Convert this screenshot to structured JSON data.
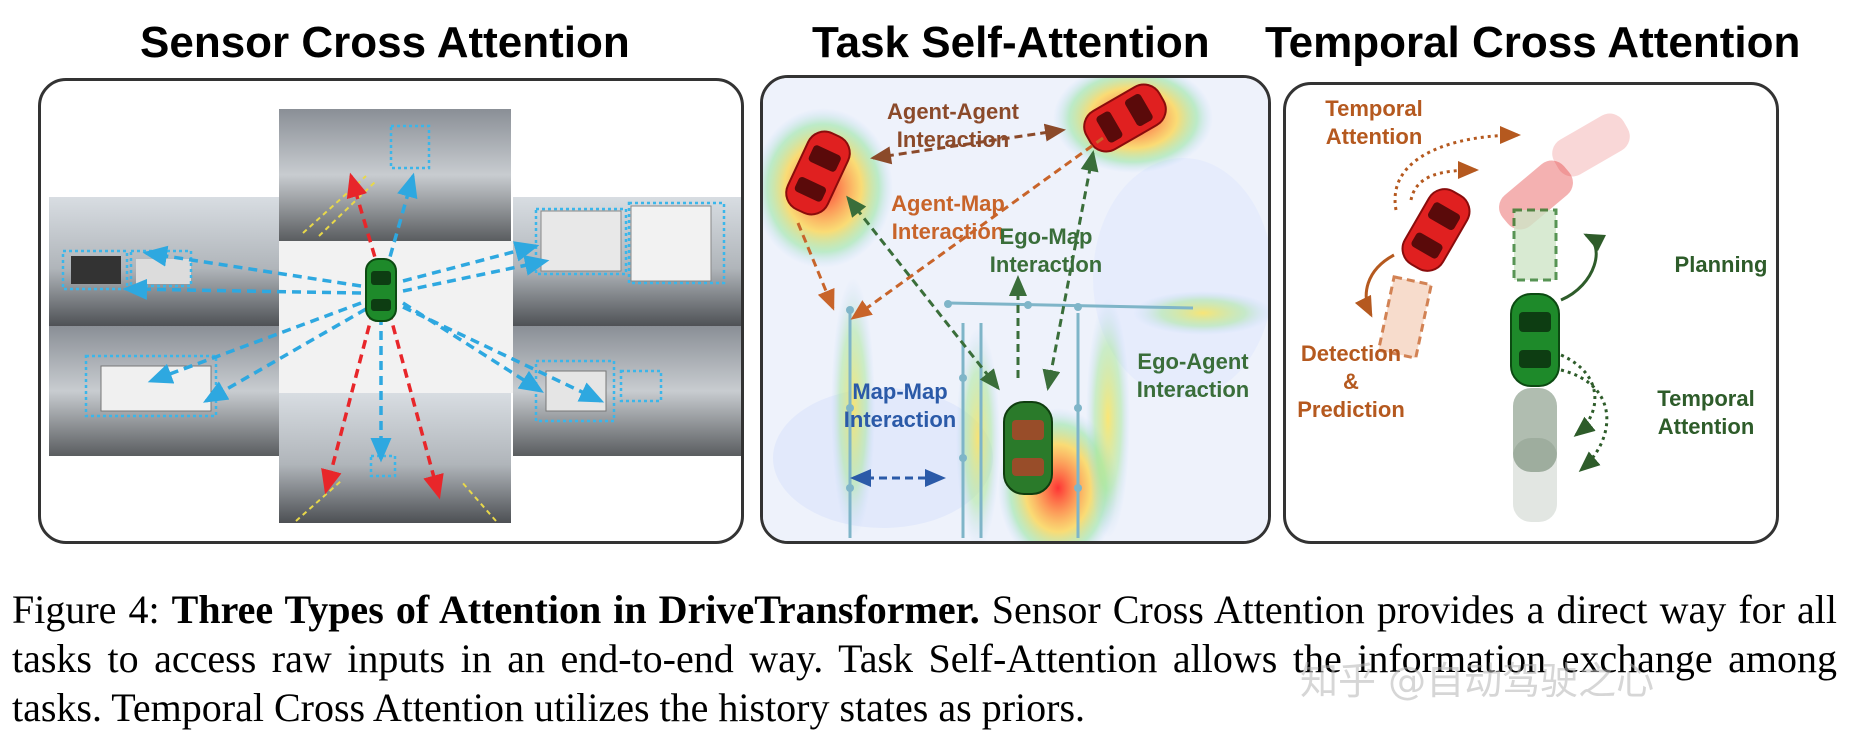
{
  "panels": {
    "sensor": {
      "title": "Sensor Cross Attention"
    },
    "task": {
      "title": "Task Self-Attention",
      "labels": {
        "agent_agent_1": "Agent-Agent",
        "agent_agent_2": "Interaction",
        "agent_map_1": "Agent-Map",
        "agent_map_2": "Interaction",
        "ego_map_1": "Ego-Map",
        "ego_map_2": "Interaction",
        "ego_agent_1": "Ego-Agent",
        "ego_agent_2": "Interaction",
        "map_map_1": "Map-Map",
        "map_map_2": "Interaction"
      }
    },
    "temporal": {
      "title": "Temporal Cross Attention",
      "labels": {
        "temporal_attention_1": "Temporal",
        "temporal_attention_2": "Attention",
        "planning": "Planning",
        "detection_1": "Detection",
        "detection_2": "&",
        "detection_3": "Prediction",
        "temporal_attention_b1": "Temporal",
        "temporal_attention_b2": "Attention"
      }
    }
  },
  "colors": {
    "red_arrow": "#e8262a",
    "blue_arrow": "#2ea8e0",
    "agent_orange": "#c8642a",
    "agent_brown": "#8b4a2a",
    "ego_green": "#3a6e3a",
    "map_blue": "#2b5aa8",
    "ego_car": "#1e8a2a",
    "agent_car": "#e02020"
  },
  "caption": {
    "prefix": "Figure 4: ",
    "bold": "Three Types of Attention in DriveTransformer.",
    "body": " Sensor Cross Attention provides a direct way for all tasks to access raw inputs in an end-to-end way. Task Self-Attention allows the information exchange among tasks. Temporal Cross Attention utilizes the history states as priors."
  },
  "watermark": "知乎 @自动驾驶之心"
}
